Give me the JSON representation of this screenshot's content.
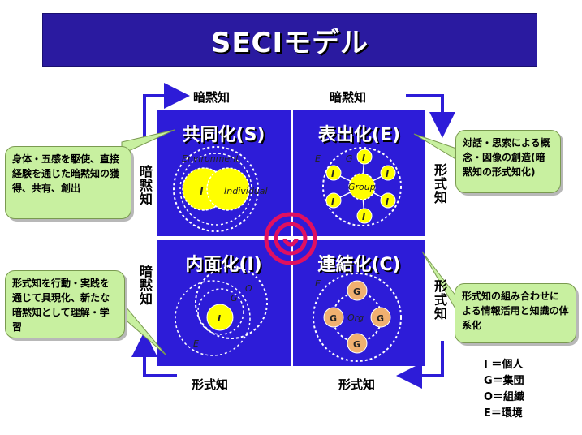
{
  "title": "SECIモデル",
  "quadrants": {
    "socialization": "共同化(S)",
    "externalization": "表出化(E)",
    "internalization": "内面化(I)",
    "combination": "連結化(C)"
  },
  "axis_labels": {
    "top_left": "暗黙知",
    "top_right": "暗黙知",
    "bottom_left": "形式知",
    "bottom_right": "形式知",
    "left_upper": "暗黙知",
    "left_lower": "暗黙知",
    "right_upper": "形式知",
    "right_lower": "形式知"
  },
  "callouts": {
    "socialization": "身体・五感を駆使、直接経験を通じた暗黙知の獲得、共有、創出",
    "externalization": "対話・思索による概念・図像の創造(暗黙知の形式知化)",
    "internalization": "形式知を行動・実践を通じて具現化、新たな暗黙知として理解・学習",
    "combination": "形式知の組み合わせによる情報活用と知識の体系化"
  },
  "diagram_text": {
    "environment": "Environment",
    "individual": "Individual",
    "group": "Group",
    "org": "Org",
    "i": "I",
    "g": "G",
    "o": "O",
    "e": "E"
  },
  "legend": [
    "I ＝個人",
    "G＝集団",
    "O＝組織",
    "E＝環境"
  ],
  "colors": {
    "quadrant": "#2d1cd8",
    "title_bg": "#2a1aa0",
    "callout": "#c8f0a0",
    "spiral": "#e01060",
    "node": "#ffff00"
  }
}
